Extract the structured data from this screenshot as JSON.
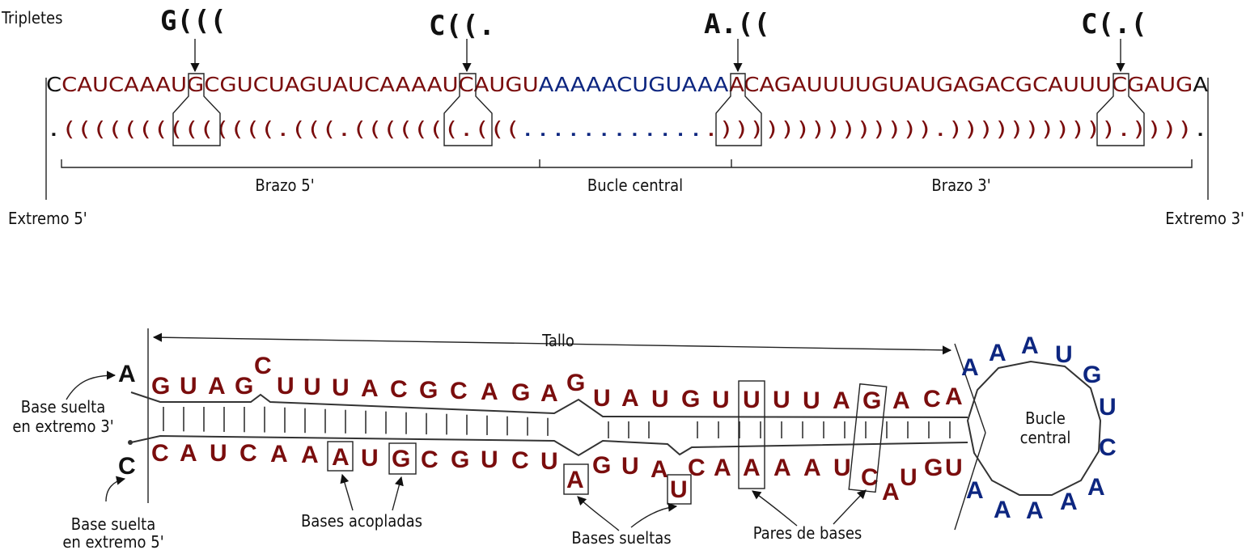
{
  "top": {
    "label_triplets": "Tripletes",
    "triplets": [
      "G(((",
      "C((.",
      "A.((",
      "C(.("
    ],
    "seq_first": "C",
    "seq_arm5": "CAUCAAAUGCGUCUAGUAUCAAAAUCAUGU",
    "seq_loop": "AAAAACUGUAAA",
    "seq_arm3": "ACAGAUUUUGUAUGAGACGCAUUUCGAUG",
    "seq_last": "A",
    "dot_first": ".",
    "dot_arm5": "((((((((((((((.(((.(((((((.(((",
    "dot_loop": "............",
    "dot_arm3": ".)))))))))))))).))))))))))).))))",
    "dot_last": ".",
    "region_arm5": "Brazo 5'",
    "region_loop": "Bucle central",
    "region_arm3": "Brazo 3'",
    "label_end5": "Extremo 5'",
    "label_end3": "Extremo 3'"
  },
  "bottom": {
    "label_stem": "Tallo",
    "label_loop_line1": "Bucle",
    "label_loop_line2": "central",
    "label_free3_line1": "Base suelta",
    "label_free3_line2": "en extremo 3'",
    "label_free5_line1": "Base suelta",
    "label_free5_line2": "en extremo  5'",
    "label_coupled": "Bases acopladas",
    "label_unpaired": "Bases sueltas",
    "label_pairs": "Pares de bases",
    "end3_base": "A",
    "end5_base": "C",
    "upper_bases": [
      "G",
      "U",
      "A",
      "G",
      "C",
      "U",
      "U",
      "U",
      "A",
      "C",
      "G",
      "C",
      "A",
      "G",
      "A",
      "G",
      "U",
      "A",
      "U",
      "G",
      "U",
      "U",
      "U",
      "U",
      "A",
      "G",
      "A",
      "C",
      "A"
    ],
    "lower_bases": [
      "C",
      "A",
      "U",
      "C",
      "A",
      "A",
      "A",
      "U",
      "G",
      "C",
      "G",
      "U",
      "C",
      "U",
      "A",
      "G",
      "U",
      "A",
      "U",
      "C",
      "A",
      "A",
      "A",
      "A",
      "U",
      "C",
      "A",
      "U",
      "G",
      "U"
    ],
    "loop_bases": [
      "A",
      "A",
      "A",
      "U",
      "G",
      "U",
      "C",
      "A",
      "A",
      "A",
      "A",
      "A"
    ]
  },
  "colors": {
    "stem": "#7a0d0d",
    "loop": "#0d2680"
  }
}
